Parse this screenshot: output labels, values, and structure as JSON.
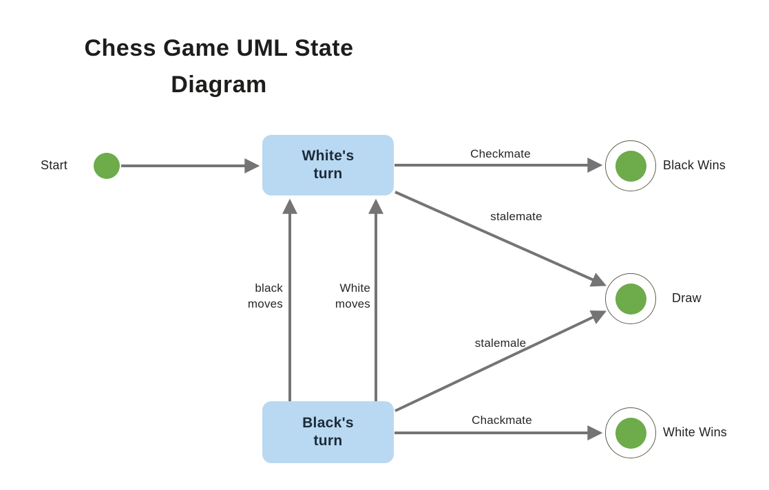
{
  "title": {
    "line1": "Chess Game UML State",
    "line2": "Diagram"
  },
  "nodes": {
    "start": {
      "label": "Start"
    },
    "whites_turn": {
      "line1": "White's",
      "line2": "turn"
    },
    "blacks_turn": {
      "line1": "Black's",
      "line2": "turn"
    },
    "black_wins": {
      "label": "Black Wins"
    },
    "draw": {
      "label": "Draw"
    },
    "white_wins": {
      "label": "White Wins"
    }
  },
  "edges": {
    "whites_to_black_wins": {
      "label": "Checkmate"
    },
    "whites_to_draw": {
      "label": "stalemate"
    },
    "blacks_to_draw": {
      "label": "stalemale"
    },
    "blacks_to_white_wins": {
      "label": "Chackmate"
    },
    "blacks_to_whites_left": {
      "line1": "black",
      "line2": "moves"
    },
    "blacks_to_whites_right": {
      "line1": "White",
      "line2": "moves"
    }
  },
  "colors": {
    "background": "#ffffff",
    "state_fill": "#b9d8f2",
    "state_text": "#1b2b38",
    "accent_green": "#6dab4b",
    "final_ring": "#5d5d4b",
    "connector_gray": "#747474",
    "label_text": "#262626",
    "title_text": "#1d1d1b"
  }
}
